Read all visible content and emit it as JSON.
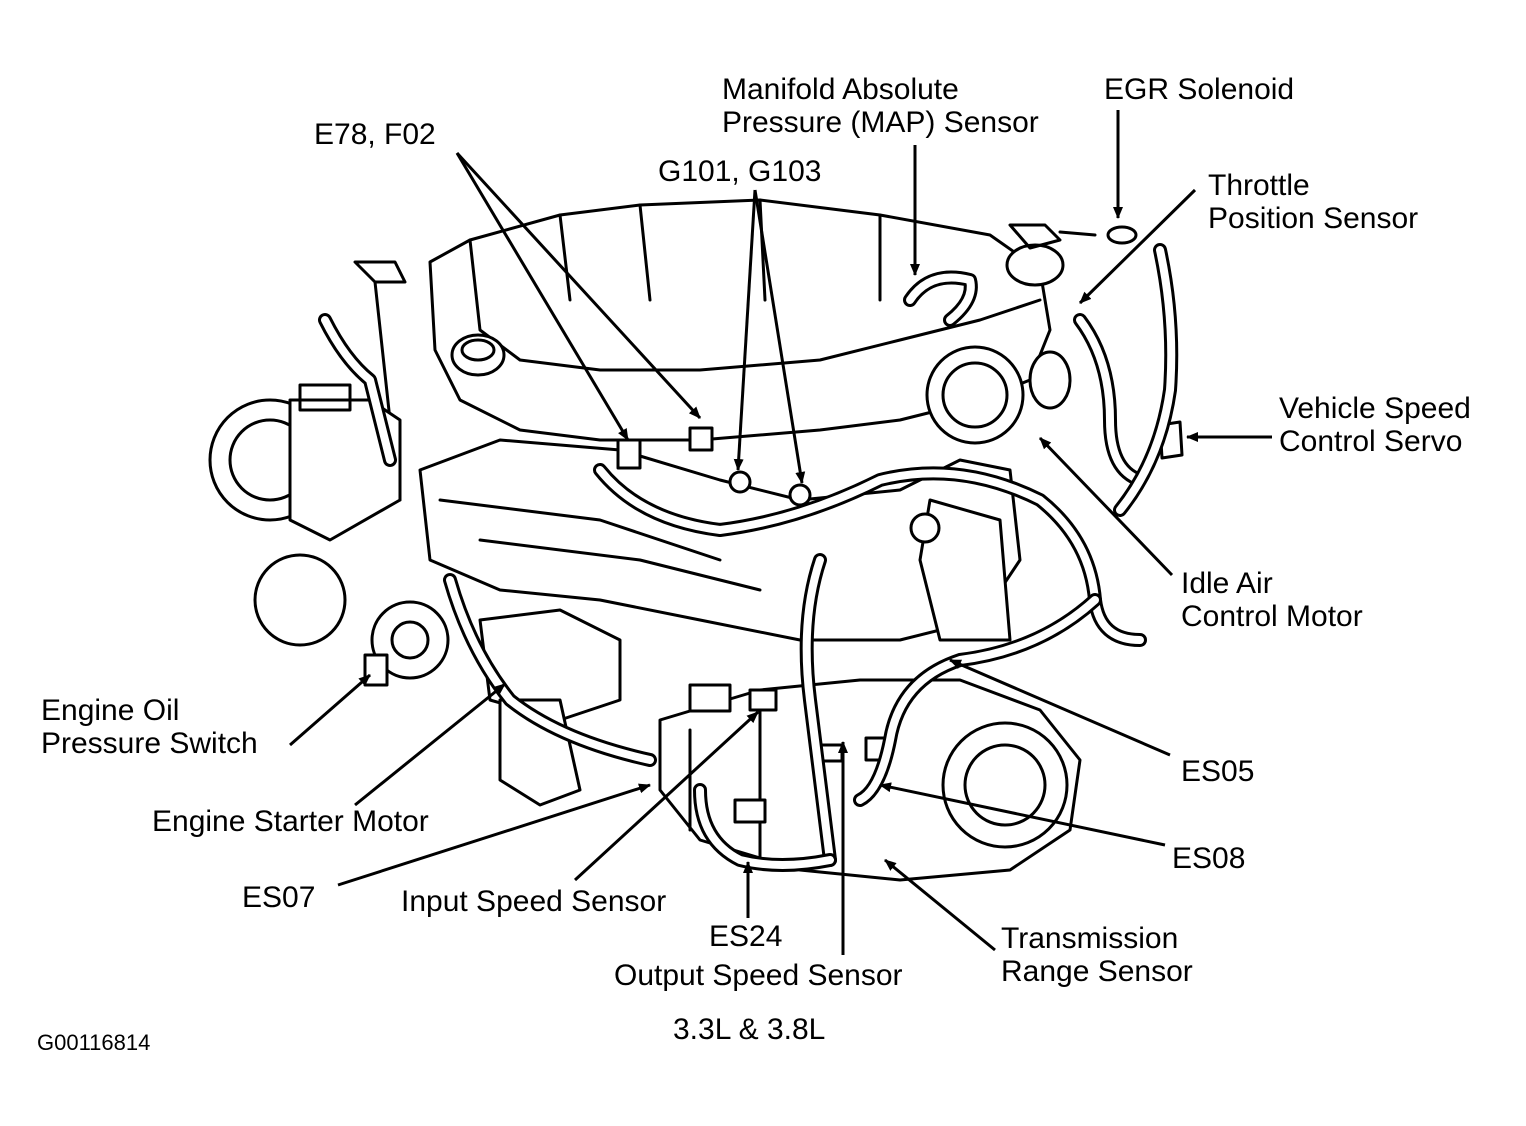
{
  "labels": {
    "e78_f02": "E78, F02",
    "map_line1": "Manifold Absolute",
    "map_line2": "Pressure (MAP) Sensor",
    "egr": "EGR Solenoid",
    "g101": "G101, G103",
    "tps_line1": "Throttle",
    "tps_line2": "Position Sensor",
    "vss_line1": "Vehicle Speed",
    "vss_line2": "Control Servo",
    "iac_line1": "Idle Air",
    "iac_line2": "Control Motor",
    "oil_line1": "Engine Oil",
    "oil_line2": "Pressure Switch",
    "starter": "Engine Starter Motor",
    "es05": "ES05",
    "es08": "ES08",
    "es07": "ES07",
    "input_speed": "Input Speed Sensor",
    "es24": "ES24",
    "output_speed": "Output Speed Sensor",
    "trs_line1": "Transmission",
    "trs_line2": "Range Sensor",
    "engine": "3.3L & 3.8L",
    "figure_id": "G00116814"
  }
}
